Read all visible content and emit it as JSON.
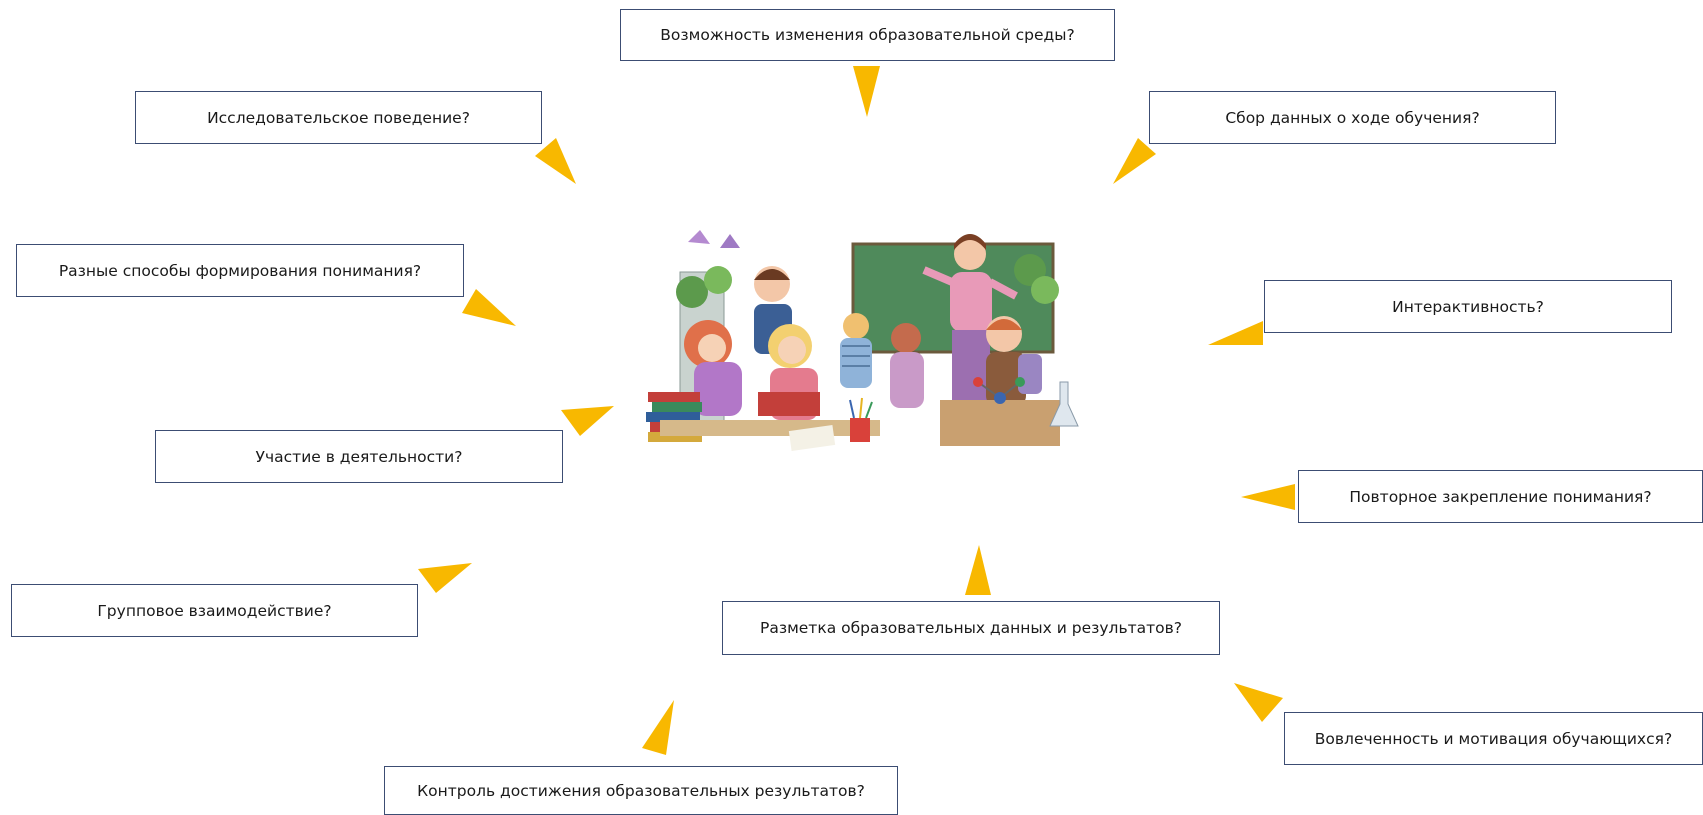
{
  "colors": {
    "arrow": "#f8b800",
    "box_border": "#3c4d73"
  },
  "center_image": {
    "icon": "classroom-illustration"
  },
  "questions": [
    {
      "id": "q-env",
      "text": "Возможность изменения образовательной среды?"
    },
    {
      "id": "q-research",
      "text": "Исследовательское поведение?"
    },
    {
      "id": "q-data",
      "text": "Сбор данных о ходе обучения?"
    },
    {
      "id": "q-understanding",
      "text": "Разные способы формирования понимания?"
    },
    {
      "id": "q-interactive",
      "text": "Интерактивность?"
    },
    {
      "id": "q-participation",
      "text": "Участие в деятельности?"
    },
    {
      "id": "q-reinforce",
      "text": "Повторное закрепление понимания?"
    },
    {
      "id": "q-group",
      "text": "Групповое взаимодействие?"
    },
    {
      "id": "q-markup",
      "text": "Разметка образовательных данных и результатов?"
    },
    {
      "id": "q-engagement",
      "text": "Вовлеченность и мотивация обучающихся?"
    },
    {
      "id": "q-control",
      "text": "Контроль достижения образовательных результатов?"
    }
  ]
}
